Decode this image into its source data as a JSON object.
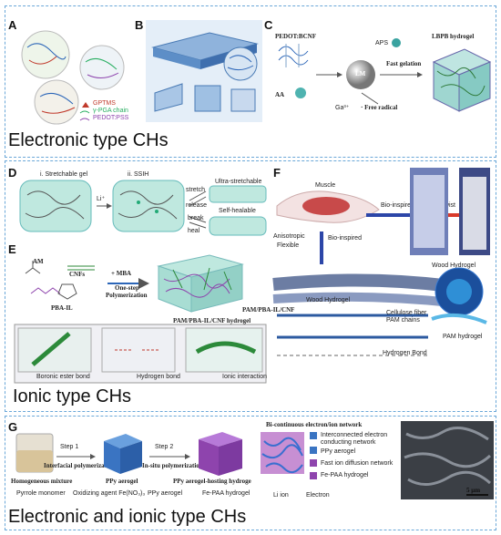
{
  "sections": {
    "electronic": "Electronic type CHs",
    "ionic": "Ionic type CHs",
    "both": "Electronic and ionic type CHs"
  },
  "panel_A": {
    "label": "A",
    "legend": [
      "GPTMS",
      "γ-PGA chain",
      "PEDOT:PSS"
    ]
  },
  "panel_B": {
    "label": "B"
  },
  "panel_C": {
    "label": "C",
    "pedot": "PEDOT:BCNF",
    "aa": "AA",
    "aps": "APS",
    "lm": "LM",
    "fast": "Fast gelation",
    "ga": "Ga³⁺",
    "radical": "· Free radical",
    "lbpb": "LBPB hydrogel"
  },
  "panel_D": {
    "label": "D",
    "i": "i. Stretchable gel",
    "ii": "ii. SSIH",
    "li": "Li⁺",
    "stretch": "stretch",
    "release": "release",
    "break": "break",
    "heal": "heal",
    "ultra": "Ultra-stretchable",
    "self": "Self-healable"
  },
  "panel_E": {
    "label": "E",
    "am": "AM",
    "cnf": "CNFs",
    "mba": "+ MBA",
    "pba": "PBA-IL",
    "onestep": "One-step",
    "poly": "Polymerization",
    "hydrogel": "PAM/PBA-IL/CNF hydrogel",
    "hydrogel2": "PAM/PBA-IL/CNF",
    "boronic": "Boronic ester bond",
    "hbond": "Hydrogen bond",
    "ionic": "Ionic interaction"
  },
  "panel_F": {
    "label": "F",
    "muscle": "Muscle",
    "bio": "Bio-inspired",
    "twist": "Twist",
    "aniso": "Anisotropic",
    "flexible": "Flexible",
    "bio2": "Bio-inspired",
    "wood1": "Wood Hydrogel",
    "wood2": "Wood  Hydrogel",
    "cellulose": "Cellulose fiber",
    "pamchains": "PAM chains",
    "pamhydrogel": "PAM hydrogel",
    "hbond": "Hydrogen Bond"
  },
  "panel_G": {
    "label": "G",
    "step1": "Step 1",
    "step1b": "Interfacial polymerization",
    "step2": "Step 2",
    "step2b": "In-situ polymerization",
    "homog": "Homogeneous mixture",
    "ppy": "PPy aerogel",
    "ppyhost": "PPy aerogel-hosting hydroge",
    "bicont": "Bi-continuous electron/ion network",
    "leg1": "Interconnected electron conducting network",
    "leg2": "PPy aerogel",
    "leg3": "Fast ion diffusion network",
    "leg4": "Fe-PAA hydrogel",
    "b1": "Pyrrole monomer",
    "b2": "Oxidizing agent Fe(NO₃)₃",
    "b3": "PPy aerogel",
    "b4": "Fe-PAA hydrogel",
    "b5": "Li ion",
    "b6": "Electron",
    "scale": "5 μm"
  },
  "colors": {
    "dash": "#6aa7d8",
    "pink": "#d9477a",
    "blue": "#2c66b8",
    "teal": "#5ab8b0",
    "purple": "#8e44ad"
  }
}
